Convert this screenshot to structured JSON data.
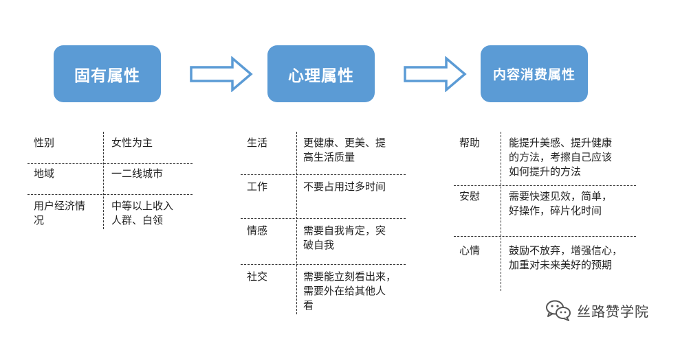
{
  "header": {
    "box1": "固有属性",
    "box2": "心理属性",
    "box3": "内容消费属性"
  },
  "table1": {
    "rows": [
      {
        "key": "性别",
        "value": "女性为主"
      },
      {
        "key": "地域",
        "value": "一二线城市"
      },
      {
        "key": "用户经济情\n况",
        "value": "中等以上收入\n人群、白领"
      }
    ]
  },
  "table2": {
    "rows": [
      {
        "key": "生活",
        "value": "更健康、更美、提\n高生活质量"
      },
      {
        "key": "工作",
        "value": "不要占用过多时间"
      },
      {
        "key": "情感",
        "value": "需要自我肯定，突\n破自我"
      },
      {
        "key": "社交",
        "value": "需要能立刻看出来，\n需要外在给其他人\n看"
      }
    ]
  },
  "table3": {
    "rows": [
      {
        "key": "帮助",
        "value": "能提升美感、提升健康\n的方法，考擦自己应该\n如何提升的方法"
      },
      {
        "key": "安慰",
        "value": "需要快速见效，简单，\n好操作，碎片化时间"
      },
      {
        "key": "心情",
        "value": "鼓励不放弃，增强信心，\n加重对未来美好的预期"
      }
    ]
  },
  "watermark": {
    "text": "丝路赞学院",
    "icon": "wechat-icon"
  },
  "colors": {
    "box": "#5b9bd5",
    "arrow_stroke": "#5b9bd5"
  }
}
